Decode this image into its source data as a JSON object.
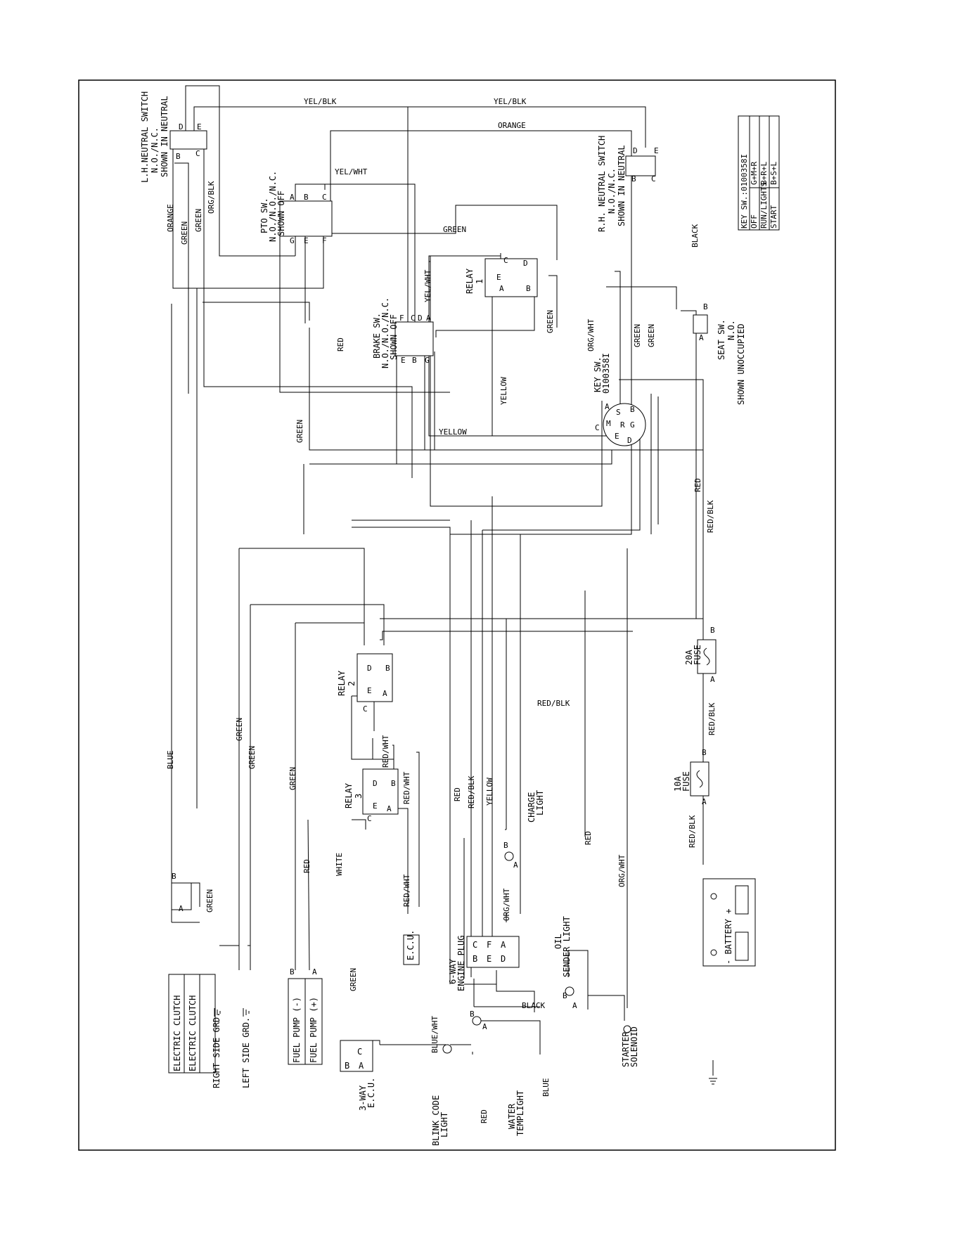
{
  "components": {
    "lh_neutral": [
      "L.H.NEUTRAL SWITCH",
      "N.O./N.C.",
      "SHOWN IN NEUTRAL"
    ],
    "lh_pins": [
      "D",
      "E",
      "B",
      "C"
    ],
    "pto": [
      "PTO SW.",
      "N.O./N.O./N.C.",
      "SHOWN OFF"
    ],
    "pto_pins": [
      "A",
      "B",
      "C",
      "G",
      "E",
      "F"
    ],
    "rh_neutral": [
      "R.H. NEUTRAL SWITCH",
      "N.O./N.C.",
      "SHOWN IN NEUTRAL"
    ],
    "rh_pins": [
      "D",
      "E",
      "B",
      "C"
    ],
    "relay1": [
      "RELAY",
      "1"
    ],
    "relay1_pins": [
      "C",
      "D",
      "E",
      "A",
      "B"
    ],
    "brake": [
      "BRAKE SW.",
      "N.O./N.O./N.C.",
      "SHOWN OFF"
    ],
    "brake_pins": [
      "F",
      "C",
      "D",
      "A",
      "E",
      "B",
      "G"
    ],
    "seat": [
      "SEAT SW.",
      "N.O.",
      "SHOWN UNOCCUPIED"
    ],
    "seat_pins": [
      "A",
      "B"
    ],
    "key": [
      "KEY SW.",
      "0100358I"
    ],
    "key_pins": [
      "A",
      "S",
      "B",
      "M",
      "R",
      "G",
      "C",
      "E",
      "D"
    ],
    "relay2": [
      "RELAY",
      "2"
    ],
    "relay2_pins": [
      "D",
      "B",
      "E",
      "A",
      "C"
    ],
    "relay3": [
      "RELAY",
      "3"
    ],
    "relay3_pins": [
      "D",
      "B",
      "E",
      "A",
      "C"
    ],
    "fuse20": [
      "20A",
      "FUSE"
    ],
    "fuse20_pins": [
      "B",
      "A"
    ],
    "fuse10": [
      "10A",
      "FUSE"
    ],
    "fuse10_pins": [
      "B",
      "A"
    ],
    "battery": "- BATTERY +",
    "charge_light": [
      "CHARGE",
      "LIGHT"
    ],
    "charge_pins": [
      "B",
      "A"
    ],
    "engine_plug": [
      "6-WAY",
      "ENGINE PLUG"
    ],
    "engine_plug_cells": [
      "C",
      "F",
      "B",
      "E",
      "A",
      "D"
    ],
    "oil_sender": [
      "OIL",
      "SENDER LIGHT"
    ],
    "oil_pins": [
      "B",
      "A"
    ],
    "starter": [
      "STARTER",
      "SOLENOID"
    ],
    "ecu": "E.C.U.",
    "ecu3": [
      "3-WAY",
      "E.C.U."
    ],
    "ecu3_cells": [
      "C",
      "B",
      "A"
    ],
    "blink": [
      "BLINK CODE",
      "LIGHT"
    ],
    "water": [
      "WATER",
      "TEMPLIGHT"
    ],
    "water_pins": [
      "B",
      "A"
    ],
    "clutch": [
      "ELECTRIC CLUTCH",
      "ELECTRIC CLUTCH"
    ],
    "clutch_pins": [
      "B",
      "A"
    ],
    "fuel": [
      "FUEL PUMP (-)",
      "FUEL PUMP (+)"
    ],
    "fuel_pins": [
      "B",
      "A"
    ],
    "right_grd": "RIGHT SIDE GRD.",
    "left_grd": "LEFT SIDE GRD."
  },
  "key_table": {
    "title": "KEY SW.:0100358I",
    "rows": [
      [
        "OFF",
        "G+M+R"
      ],
      [
        "RUN/LIGHTS",
        "B+R+L"
      ],
      [
        "START",
        "B+S+L"
      ]
    ]
  },
  "wires": {
    "yel_blk": "YEL/BLK",
    "orange": "ORANGE",
    "yel_wht": "YEL/WHT",
    "green": "GREEN",
    "org_blk": "ORG/BLK",
    "black": "BLACK",
    "red": "RED",
    "yellow": "YELLOW",
    "org_wht": "ORG/WHT",
    "red_blk": "RED/BLK",
    "red_wht": "RED/WHT",
    "blue": "BLUE",
    "white": "WHITE",
    "blue_wht": "BLUE/WHT"
  }
}
